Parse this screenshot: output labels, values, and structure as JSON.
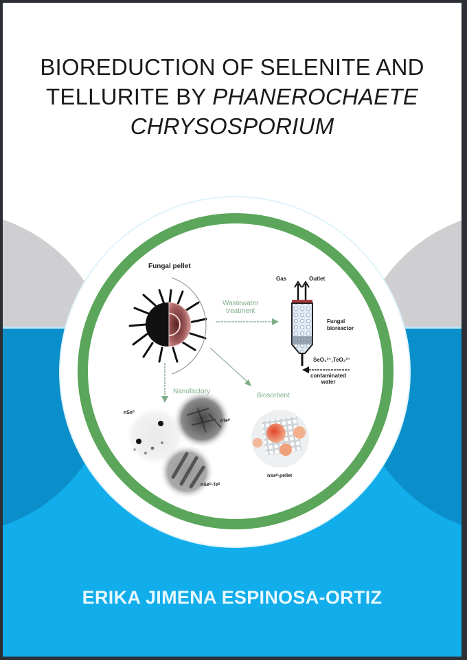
{
  "book": {
    "title_line1": "BIOREDUCTION OF SELENITE AND",
    "title_line2_regular": "TELLURITE BY ",
    "title_line2_italic": "PHANEROCHAETE",
    "title_line3_italic": "CHRYSOSPORIUM",
    "author": "ERIKA JIMENA ESPINOSA-ORTIZ"
  },
  "diagram": {
    "fungal_pellet": "Fungal pellet",
    "wastewater_line1": "Wastewater",
    "wastewater_line2": "treatment",
    "gas": "Gas",
    "outlet": "Outlet",
    "bioreactor_line1": "Fungal",
    "bioreactor_line2": "bioreactor",
    "ions": "SeO₃²⁻,TeO₃²⁻",
    "contaminated_line1": "contaminated",
    "contaminated_line2": "water",
    "nanofactory": "Nanofactory",
    "biosorbent": "Biosorbent",
    "nse": "nSe⁰",
    "nte": "nTe⁰",
    "nsete": "nSe⁰-Te⁰",
    "pellet": "nSe⁰-pellet"
  },
  "colors": {
    "green_ring": "#5ba65b",
    "blue_light": "#12adeb",
    "blue_dark": "#0b8fcb",
    "grey": "#cfcfd1",
    "arrow_green": "#7fae86",
    "author_text": "#e6f8ff"
  }
}
